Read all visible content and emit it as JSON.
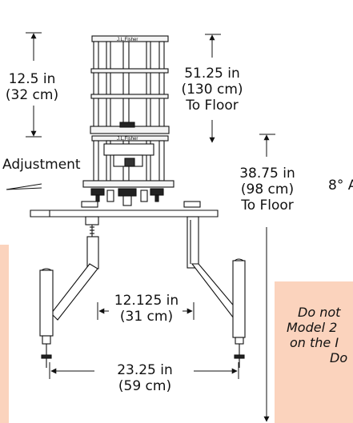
{
  "stand": {
    "brand": "J.L.Fisher"
  },
  "dims": {
    "upper_in": "12.5 in",
    "upper_cm": "(32 cm)",
    "total_in": "51.25 in",
    "total_cm": "(130 cm)",
    "total_floor": "To Floor",
    "base_in": "38.75 in",
    "base_cm": "(98 cm)",
    "base_floor": "To Floor",
    "adjustment": "Adjustment",
    "angle": "8° A",
    "inner_in": "12.125 in",
    "inner_cm": "(31 cm)",
    "outer_in": "23.25 in",
    "outer_cm": "(59 cm)"
  },
  "note": {
    "line1": "Do not",
    "line2": "Model 2",
    "line3": "on the I",
    "line4": "Do"
  },
  "colors": {
    "note_bg": "#fbd3bd",
    "line": "#111111",
    "steel": "#f4f4f4"
  }
}
